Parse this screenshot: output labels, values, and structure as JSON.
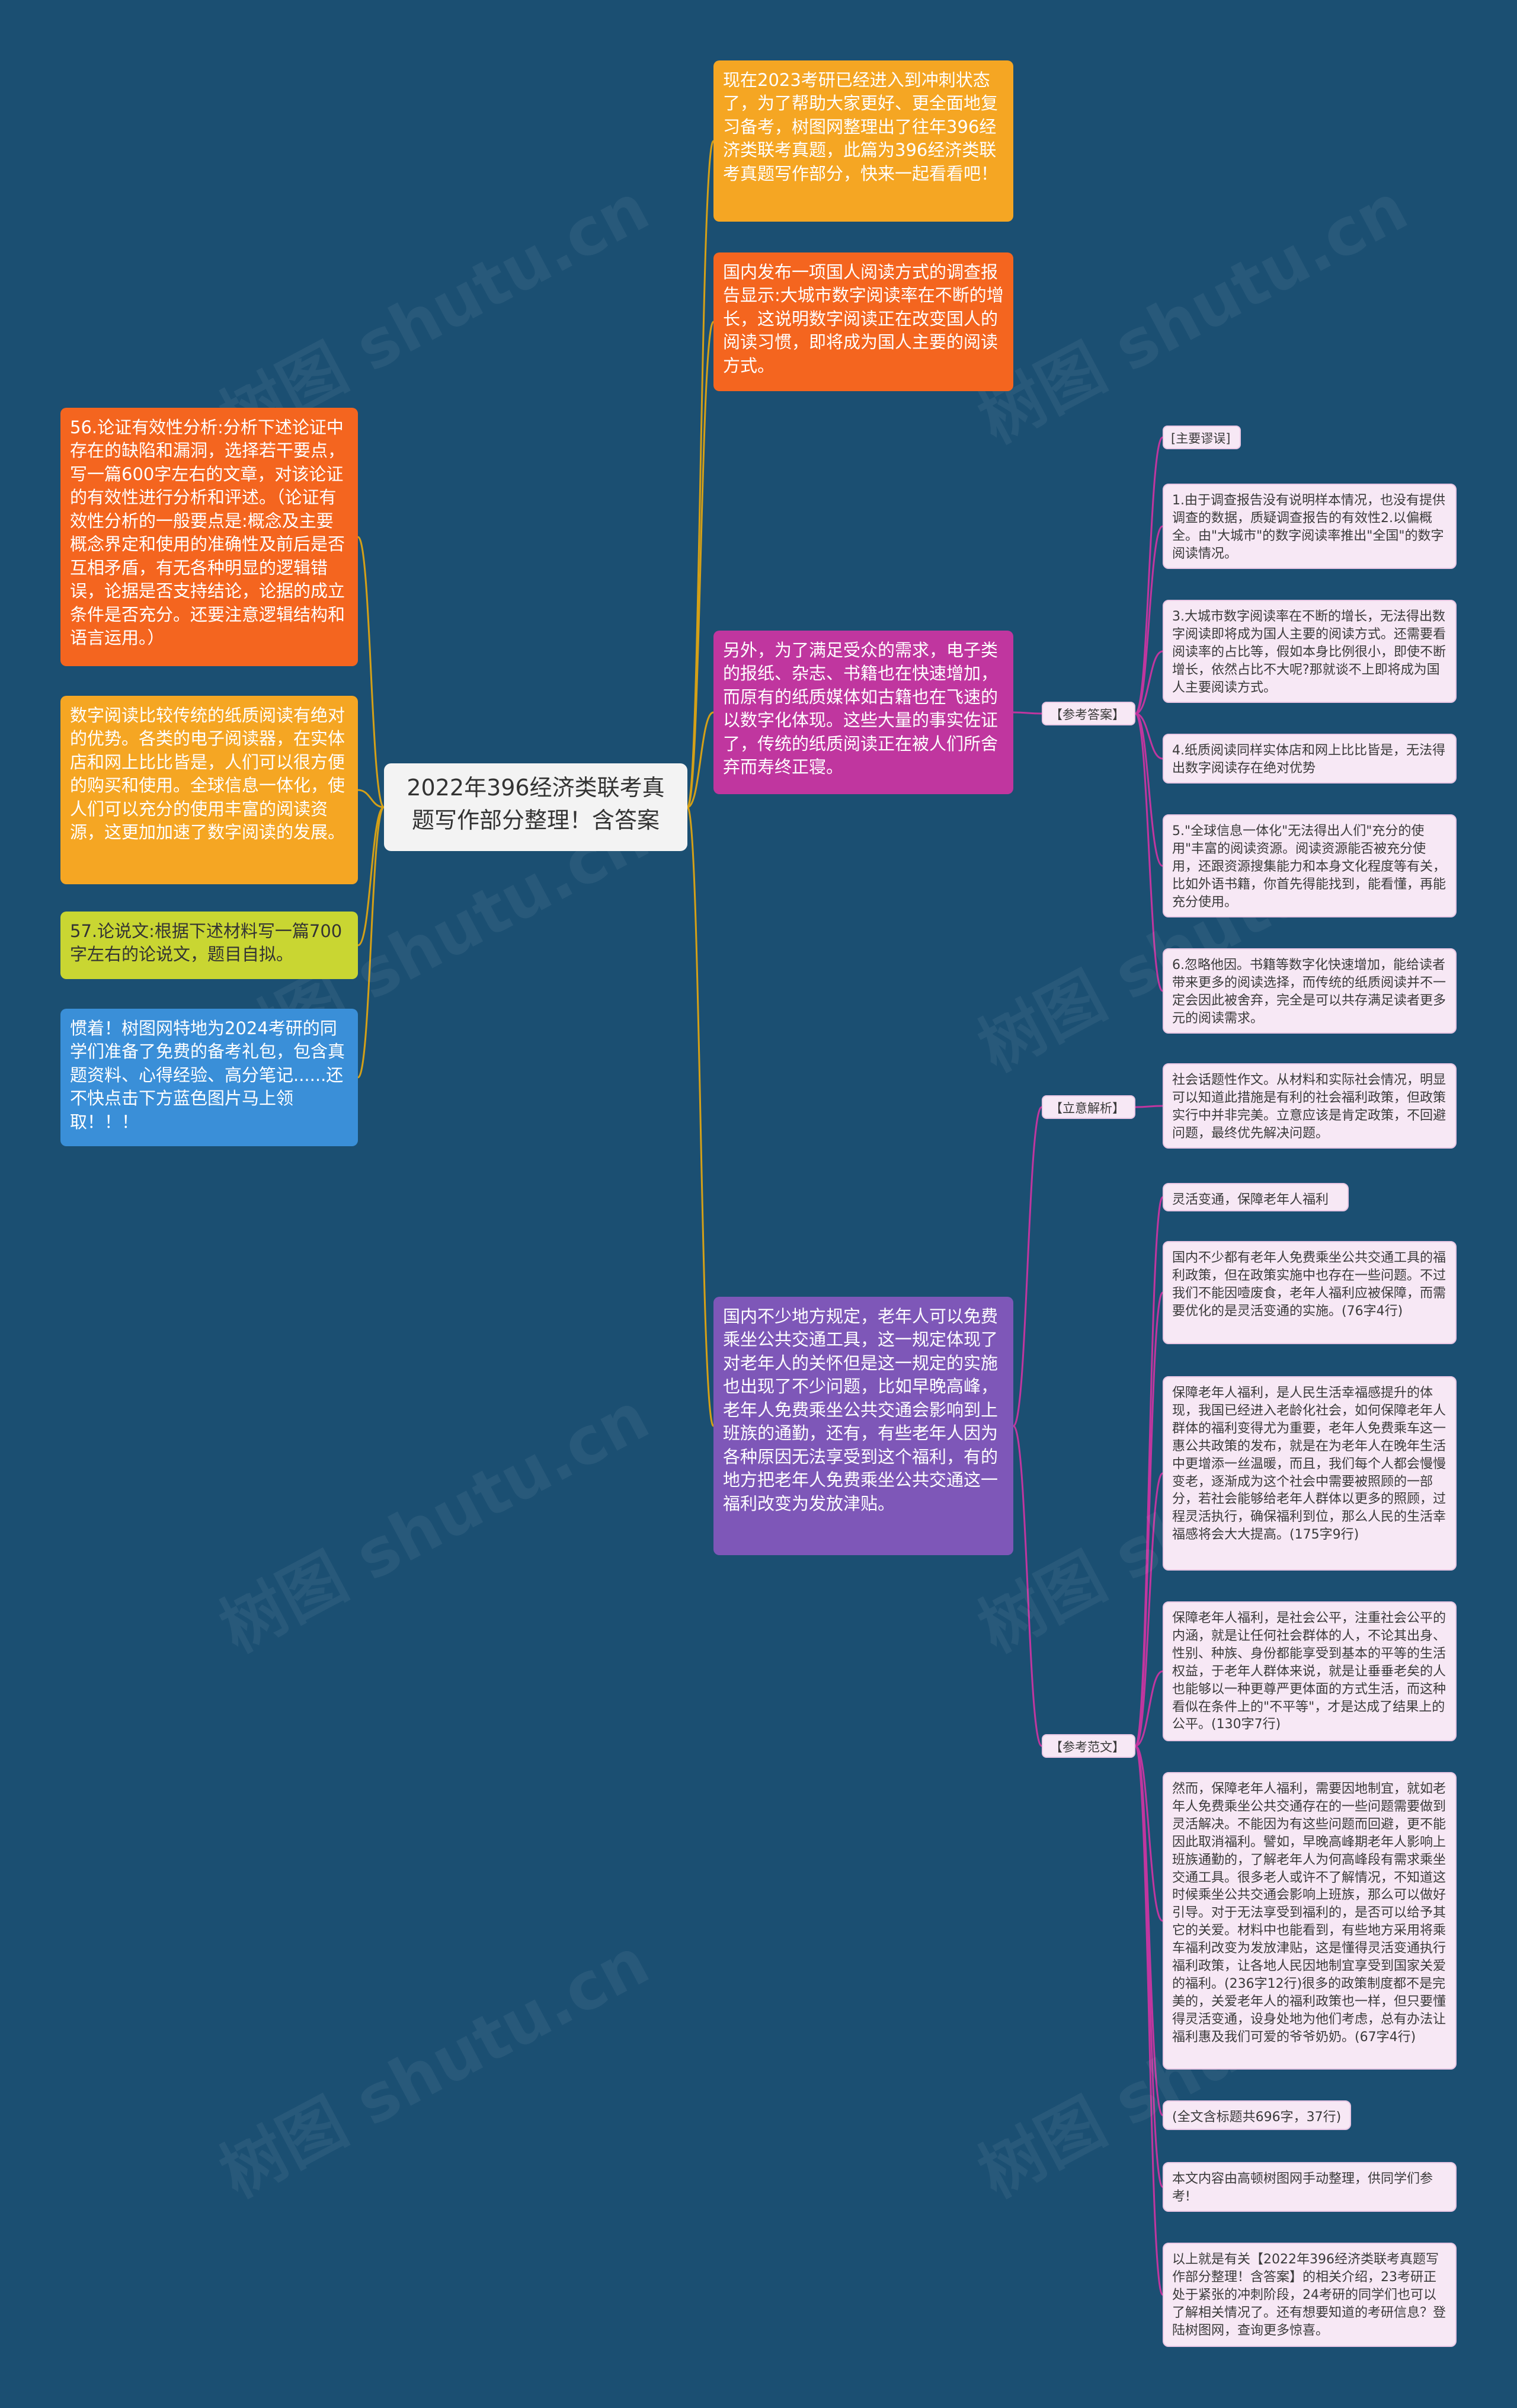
{
  "root": {
    "title": "2022年396经济类联考真题写作部分整理！含答案"
  },
  "left": [
    {
      "id": "l1",
      "text": "56.论证有效性分析:分析下述论证中存在的缺陷和漏洞，选择若干要点，写一篇600字左右的文章，对该论证的有效性进行分析和评述。（论证有效性分析的一般要点是:概念及主要概念界定和使用的准确性及前后是否互相矛盾，有无各种明显的逻辑错误，论据是否支持结论，论据的成立条件是否充分。还要注意逻辑结构和语言运用。）"
    },
    {
      "id": "l2",
      "text": "数字阅读比较传统的纸质阅读有绝对的优势。各类的电子阅读器，在实体店和网上比比皆是，人们可以很方便的购买和使用。全球信息一体化，使人们可以充分的使用丰富的阅读资源，这更加加速了数字阅读的发展。"
    },
    {
      "id": "l3",
      "text": "57.论说文:根据下述材料写一篇700字左右的论说文，题目自拟。"
    },
    {
      "id": "l4",
      "text": "惯着！树图网特地为2024考研的同学们准备了免费的备考礼包，包含真题资料、心得经验、高分笔记......还不快点击下方蓝色图片马上领取！！！"
    }
  ],
  "right": [
    {
      "id": "r1",
      "text": "现在2023考研已经进入到冲刺状态了，为了帮助大家更好、更全面地复习备考，树图网整理出了往年396经济类联考真题，此篇为396经济类联考真题写作部分，快来一起看看吧！"
    },
    {
      "id": "r2",
      "text": "国内发布一项国人阅读方式的调查报告显示:大城市数字阅读率在不断的增长，这说明数字阅读正在改变国人的阅读习惯，即将成为国人主要的阅读方式。"
    },
    {
      "id": "r3",
      "text": "另外，为了满足受众的需求，电子类的报纸、杂志、书籍也在快速增加，而原有的纸质媒体如古籍也在飞速的以数字化体现。这些大量的事实佐证了，传统的纸质阅读正在被人们所舍弃而寿终正寝。"
    },
    {
      "id": "r4",
      "text": "国内不少地方规定，老年人可以免费乘坐公共交通工具，这一规定体现了对老年人的关怀但是这一规定的实施也出现了不少问题，比如早晚高峰，老年人免费乘坐公共交通会影响到上班族的通勤，还有，有些老年人因为各种原因无法享受到这个福利，有的地方把老年人免费乘坐公共交通这一福利改变为发放津贴。"
    }
  ],
  "tags": {
    "answer": "【参考答案】",
    "main_errors": "[主要谬误]",
    "idea": "【立意解析】",
    "essay": "【参考范文】"
  },
  "answer_items": [
    {
      "id": "a1",
      "text": "1.由于调查报告没有说明样本情况，也没有提供调查的数据，质疑调查报告的有效性2.以偏概全。由\"大城市\"的数字阅读率推出\"全国\"的数字阅读情况。"
    },
    {
      "id": "a2",
      "text": "3.大城市数字阅读率在不断的增长，无法得出数字阅读即将成为国人主要的阅读方式。还需要看阅读率的占比等，假如本身比例很小，即使不断增长，依然占比不大呢?那就谈不上即将成为国人主要阅读方式。"
    },
    {
      "id": "a3",
      "text": "4.纸质阅读同样实体店和网上比比皆是，无法得出数字阅读存在绝对优势"
    },
    {
      "id": "a4",
      "text": "5.\"全球信息一体化\"无法得出人们\"充分的使用\"丰富的阅读资源。阅读资源能否被充分使用，还跟资源搜集能力和本身文化程度等有关，比如外语书籍，你首先得能找到，能看懂，再能充分使用。"
    },
    {
      "id": "a5",
      "text": "6.忽略他因。书籍等数字化快速增加，能给读者带来更多的阅读选择，而传统的纸质阅读并不一定会因此被舍弃，完全是可以共存满足读者更多元的阅读需求。"
    }
  ],
  "idea_items": [
    {
      "id": "i1",
      "text": "社会话题性作文。从材料和实际社会情况，明显可以知道此措施是有利的社会福利政策，但政策实行中并非完美。立意应该是肯定政策，不回避问题，最终优先解决问题。"
    }
  ],
  "essay_items": [
    {
      "id": "e1",
      "text": "灵活变通，保障老年人福利"
    },
    {
      "id": "e2",
      "text": "国内不少都有老年人免费乘坐公共交通工具的福利政策，但在政策实施中也存在一些问题。不过我们不能因噎废食，老年人福利应被保障，而需要优化的是灵活变通的实施。(76字4行)"
    },
    {
      "id": "e3",
      "text": "保障老年人福利，是人民生活幸福感提升的体现，我国已经进入老龄化社会，如何保障老年人群体的福利变得尤为重要，老年人免费乘车这一惠公共政策的发布，就是在为老年人在晚年生活中更增添一丝温暖，而且，我们每个人都会慢慢变老，逐渐成为这个社会中需要被照顾的一部分，若社会能够给老年人群体以更多的照顾，过程灵活执行，确保福利到位，那么人民的生活幸福感将会大大提高。(175字9行)"
    },
    {
      "id": "e4",
      "text": "保障老年人福利，是社会公平，注重社会公平的内涵，就是让任何社会群体的人，不论其出身、性别、种族、身份都能享受到基本的平等的生活权益，于老年人群体来说，就是让垂垂老矣的人也能够以一种更尊严更体面的方式生活，而这种看似在条件上的\"不平等\"，才是达成了结果上的公平。(130字7行)"
    },
    {
      "id": "e5",
      "text": "然而，保障老年人福利，需要因地制宜，就如老年人免费乘坐公共交通存在的一些问题需要做到灵活解决。不能因为有这些问题而回避，更不能因此取消福利。譬如，早晚高峰期老年人影响上班族通勤的，了解老年人为何高峰段有需求乘坐交通工具。很多老人或许不了解情况，不知道这时候乘坐公共交通会影响上班族，那么可以做好引导。对于无法享受到福利的，是否可以给予其它的关爱。材料中也能看到，有些地方采用将乘车福利改变为发放津贴，这是懂得灵活变通执行福利政策，让各地人民因地制宜享受到国家关爱的福利。(236字12行)很多的政策制度都不是完美的，关爱老年人的福利政策也一样，但只要懂得灵活变通，设身处地为他们考虑，总有办法让福利惠及我们可爱的爷爷奶奶。(67字4行)"
    },
    {
      "id": "e6",
      "text": "(全文含标题共696字，37行)"
    },
    {
      "id": "e7",
      "text": "本文内容由高顿树图网手动整理，供同学们参考!"
    },
    {
      "id": "e8",
      "text": "以上就是有关【2022年396经济类联考真题写作部分整理！含答案】的相关介绍，23考研正处于紧张的冲刺阶段，24考研的同学们也可以了解相关情况了。还有想要知道的考研信息？登陆树图网，查询更多惊喜。"
    }
  ],
  "watermark": "树图 shutu.cn",
  "colors": {
    "background": "#1b4f72",
    "connector": "#d4a017",
    "connector_pink": "#c0369f",
    "yellow": "#f5a623",
    "orange": "#f4651f",
    "magenta": "#c0369f",
    "purple": "#7e57b8",
    "lime": "#c9d632",
    "blue": "#3a8fd8",
    "light_pink": "#f7e8f5"
  }
}
